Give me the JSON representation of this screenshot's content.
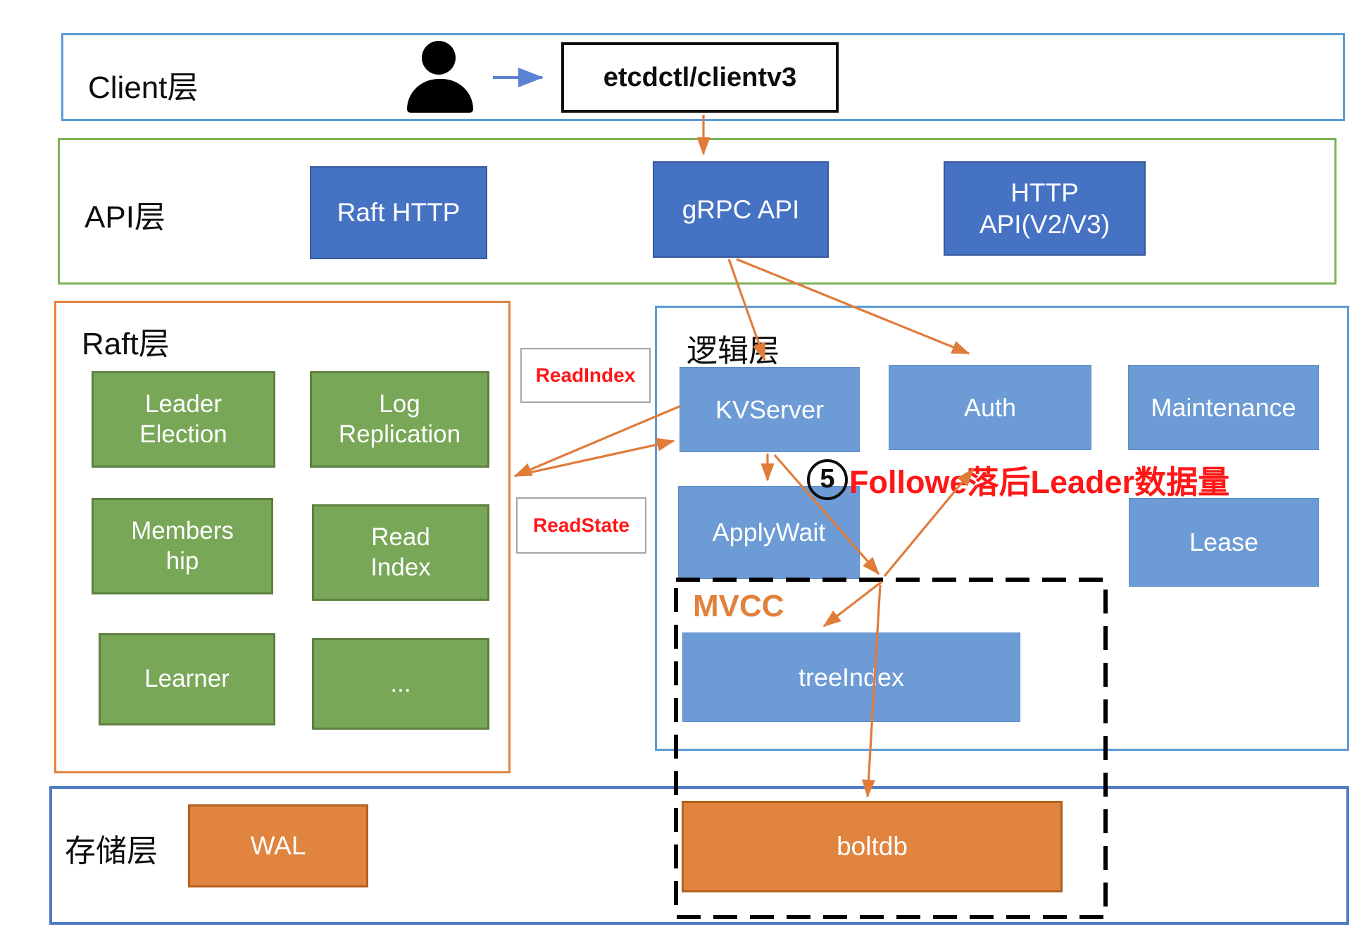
{
  "client_layer": {
    "title": "Client层",
    "etcdctl_label": "etcdctl/clientv3"
  },
  "api_layer": {
    "title": "API层",
    "raft_http_label": "Raft HTTP",
    "grpc_api_label": "gRPC API",
    "http_api_line1": "HTTP",
    "http_api_line2": "API(V2/V3)"
  },
  "raft_layer": {
    "title": "Raft层",
    "leader_election_line1": "Leader",
    "leader_election_line2": "Election",
    "log_replication_line1": "Log",
    "log_replication_line2": "Replication",
    "membership_line1": "Members",
    "membership_line2": "hip",
    "read_index_line1": "Read",
    "read_index_line2": "Index",
    "learner_label": "Learner",
    "ellipsis_label": "..."
  },
  "flow_labels": {
    "read_index": "ReadIndex",
    "read_state": "ReadState"
  },
  "logic_layer": {
    "title": "逻辑层",
    "kvserver_label": "KVServer",
    "auth_label": "Auth",
    "maintenance_label": "Maintenance",
    "applywait_label": "ApplyWait",
    "lease_label": "Lease",
    "mvcc_label": "MVCC",
    "treeindex_label": "treeIndex"
  },
  "storage_layer": {
    "title": "存储层",
    "wal_label": "WAL",
    "boltdb_label": "boltdb"
  },
  "annotation": {
    "circled_number": "5",
    "text": "Followe落后Leader数据量"
  },
  "icons": {
    "user": "user-icon",
    "client_flow_arrow": "arrow-right-icon"
  },
  "colors": {
    "container_blue": "#5B9BD5",
    "container_green": "#7CB254",
    "container_orange": "#E0823E",
    "storage_border_blue": "#4E7BC4",
    "dark_blue_fill": "#4672C4",
    "light_blue_fill": "#6D9BD5",
    "green_fill": "#79A758",
    "green_border": "#5E8040",
    "orange_fill": "#E08440",
    "orange_border": "#B4611E",
    "arrow_orange": "#E07B3A",
    "client_arrow_blue": "#5B82D3",
    "annotation_red": "#FF1616",
    "mvcc_label_orange": "#E0813C"
  }
}
